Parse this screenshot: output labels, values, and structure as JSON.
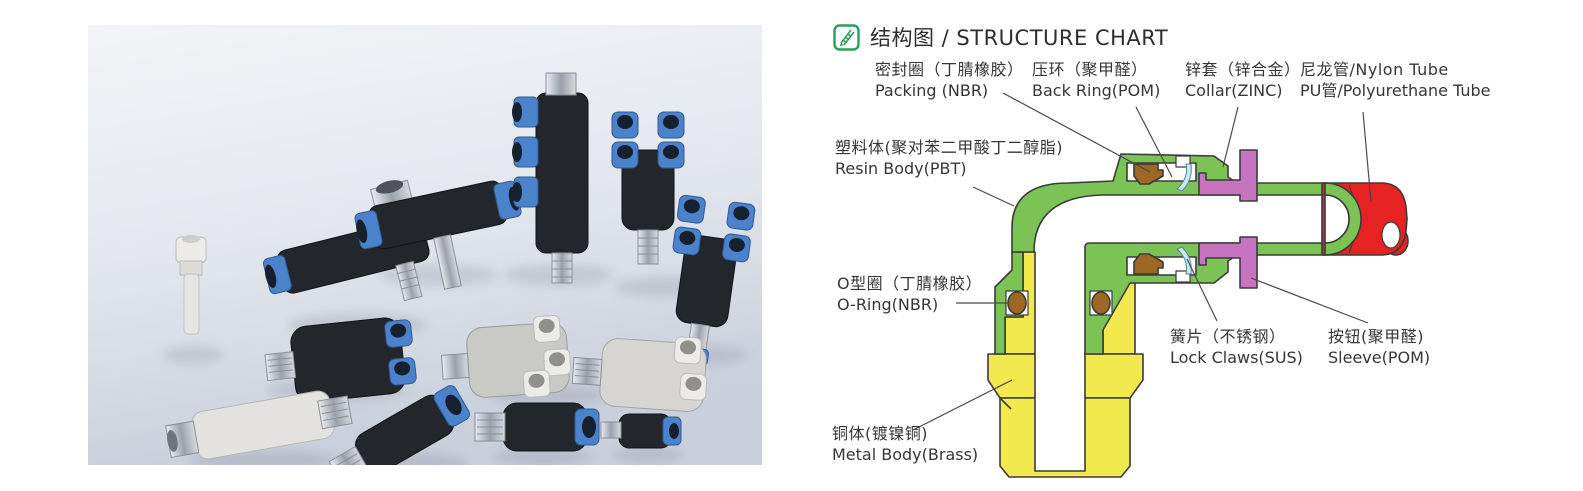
{
  "photo": {
    "content": "assorted pneumatic push-in tube fittings",
    "colors": {
      "background_top": "#f0f2f5",
      "background_bottom": "#ccd1db",
      "fitting_black": "#23262b",
      "collet_blue": "#4b82cc",
      "metal_silver": "#c2c7cf",
      "fitting_white": "#ebeae6"
    }
  },
  "structure_chart": {
    "title": {
      "icon": "pencil-icon",
      "text": "结构图 / STRUCTURE CHART"
    },
    "labels": [
      {
        "id": "packing",
        "zh": "密封圈（丁腈橡胶）",
        "en": "Packing (NBR)"
      },
      {
        "id": "back_ring",
        "zh": "压环（聚甲醛）",
        "en": "Back Ring(POM)"
      },
      {
        "id": "collar",
        "zh": "锌套（锌合金）",
        "en": "Collar(ZINC)"
      },
      {
        "id": "tube",
        "zh": "尼龙管/Nylon Tube",
        "en": "PU管/Polyurethane Tube"
      },
      {
        "id": "resin_body",
        "zh": "塑料体(聚对苯二甲酸丁二醇脂)",
        "en": "Resin Body(PBT)"
      },
      {
        "id": "o_ring",
        "zh": "O型圈（丁腈橡胶）",
        "en": "O-Ring(NBR)"
      },
      {
        "id": "lock_claws",
        "zh": "簧片（不锈钢）",
        "en": "Lock Claws(SUS)"
      },
      {
        "id": "sleeve",
        "zh": "按钮(聚甲醛)",
        "en": "Sleeve(POM)"
      },
      {
        "id": "metal_body",
        "zh": "铜体(镀镍铜)",
        "en": "Metal Body(Brass)"
      }
    ],
    "colors": {
      "resin_green": "#7cc355",
      "brass_yellow": "#f2e94f",
      "sleeve_purple": "#c873bf",
      "tube_red": "#e62222",
      "packing_brown": "#9e6724",
      "claw_blue": "#cde8f2",
      "outline": "#3b3b3b",
      "icon_green": "#27a05d",
      "leader_line": "#4a4a4a"
    }
  }
}
